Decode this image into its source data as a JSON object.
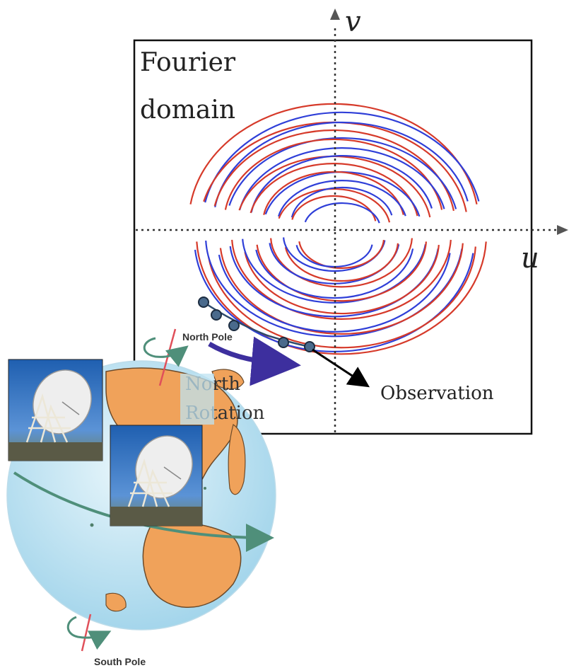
{
  "diagram": {
    "box_title_line1": "Fourier",
    "box_title_line2": "domain",
    "axis_u": "u",
    "axis_v": "v",
    "observation_label": "Observation",
    "rotation_label_line1": "North",
    "rotation_label_line2": "Rotation",
    "north_pole_label": "North Pole",
    "south_pole_label": "South Pole"
  },
  "colors": {
    "red_tracks": "#d63a2a",
    "blue_tracks": "#2f3fd8",
    "ocean": "#bfe3f2",
    "land": "#f0a25a",
    "earth_arrow": "#4f8f7a",
    "pole_axis": "#e0505a",
    "rotation_arrow": "#3d2f9e",
    "dots": "#2e4a6b"
  },
  "icons": [
    "radio-telescope-photo",
    "radio-telescope-photo"
  ]
}
